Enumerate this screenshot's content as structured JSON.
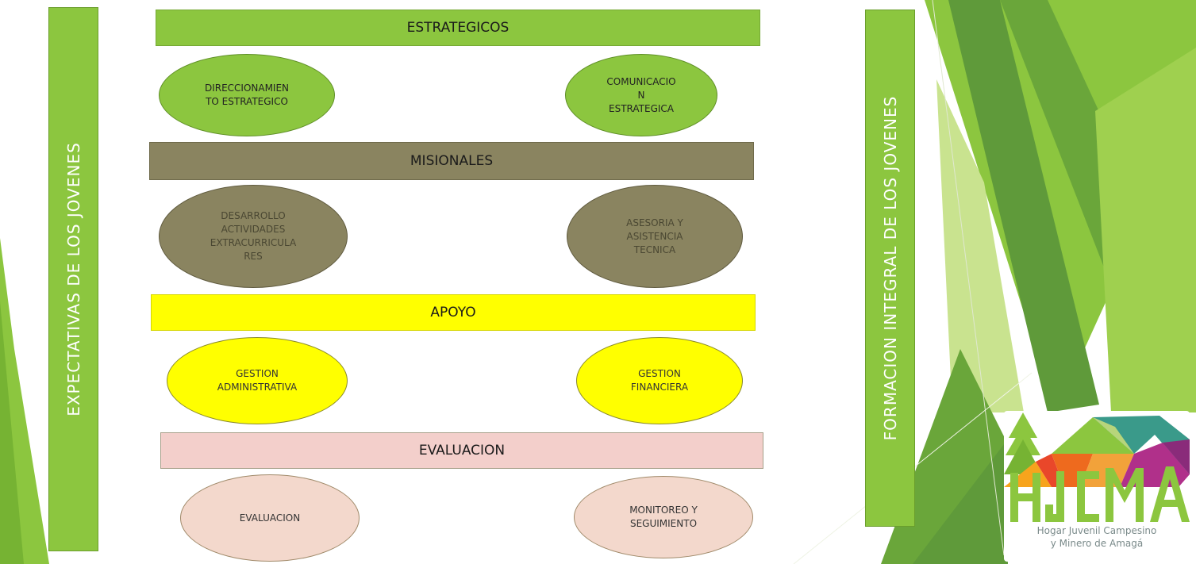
{
  "left_band": {
    "label": "EXPECTATIVAS DE LOS JOVENES"
  },
  "right_band": {
    "label": "FORMACION INTEGRAL DE LOS JOVENES"
  },
  "sections": [
    {
      "title": "ESTRATEGICOS",
      "processes": [
        {
          "lines": [
            "DIRECCIONAMIEN",
            "TO ESTRATEGICO"
          ]
        },
        {
          "lines": [
            "COMUNICACIO",
            "N",
            "ESTRATEGICA"
          ]
        }
      ]
    },
    {
      "title": "MISIONALES",
      "processes": [
        {
          "lines": [
            "DESARROLLO",
            "ACTIVIDADES",
            "EXTRACURRICULA",
            "RES"
          ]
        },
        {
          "lines": [
            "ASESORIA Y",
            "ASISTENCIA",
            "TECNICA"
          ]
        }
      ]
    },
    {
      "title": "APOYO",
      "processes": [
        {
          "lines": [
            "GESTION",
            "ADMINISTRATIVA"
          ]
        },
        {
          "lines": [
            "GESTION",
            "FINANCIERA"
          ]
        }
      ]
    },
    {
      "title": "EVALUACION",
      "processes": [
        {
          "lines": [
            "EVALUACION"
          ]
        },
        {
          "lines": [
            "MONITOREO Y",
            "SEGUIMIENTO"
          ]
        }
      ]
    }
  ],
  "logo": {
    "acronym": "HJCMA",
    "lines": [
      "Hogar Juvenil Campesino",
      "y Minero de Amagá"
    ]
  },
  "colors": {
    "estrategicos": "#8cc63f",
    "misionales": "#8a8460",
    "apoyo": "#ffff00",
    "evaluacion": "#f3cfcb",
    "band": "#8cc63f"
  }
}
